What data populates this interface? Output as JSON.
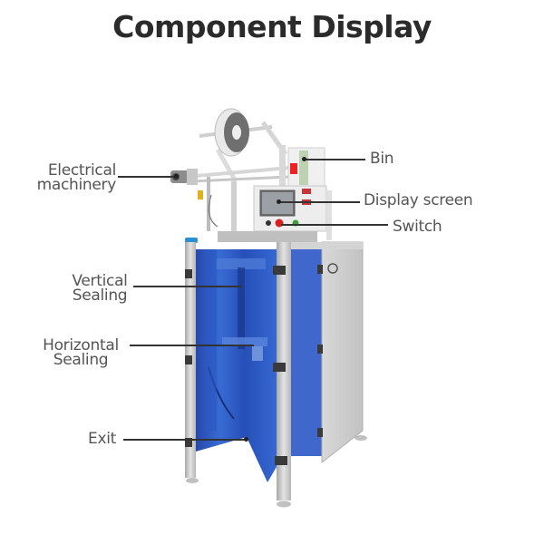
{
  "title": "Component Display",
  "labels": {
    "electrical_machinery": {
      "line1": "Electrical",
      "line2": "machinery"
    },
    "bin": "Bin",
    "display_screen": "Display screen",
    "switch": "Switch",
    "vertical_sealing": {
      "line1": "Vertical",
      "line2": "Sealing"
    },
    "horizontal_sealing": {
      "line1": "Horizontal",
      "line2": "Sealing"
    },
    "exit": "Exit"
  },
  "colors": {
    "title": "#2b2b2b",
    "label_text": "#555555",
    "leader_line": "#333333",
    "panel_blue": "#1f4fb8",
    "frame_steel": "#c9c9c9"
  }
}
